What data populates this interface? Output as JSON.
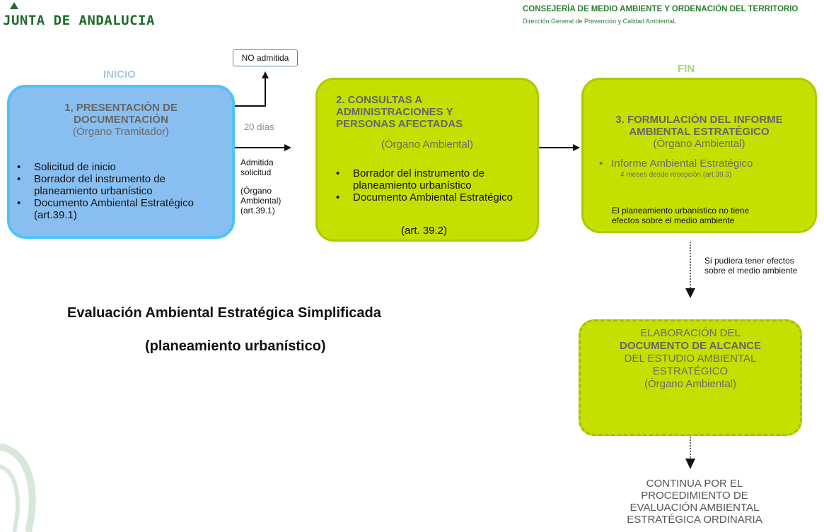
{
  "header": {
    "logo_text": "JUNTA DE ANDALUCIA",
    "consejeria": "CONSEJERÍA DE MEDIO AMBIENTE Y ORDENACIÓN DEL TERRITORIO",
    "direccion": "Dirección General de Prevención y Calidad AmbientaL"
  },
  "labels": {
    "inicio": "INICIO",
    "fin": "FIN",
    "no_admitida": "NO admitida",
    "dias": "20 días",
    "admitida_1": "Admitida",
    "admitida_2": "solicitud",
    "organo_1": "(Órgano",
    "organo_2": "Ambiental)",
    "organo_3": "(art.39.1)",
    "si_efectos_1": "Si pudiera tener efectos",
    "si_efectos_2": "sobre el medio ambiente"
  },
  "box1": {
    "title_1": "1, PRESENTACIÓN DE",
    "title_2": "DOCUMENTACIÓN",
    "subtitle": "(Órgano Tramitador)",
    "items": [
      "Solicitud de inicio",
      "Borrador del instrumento de planeamiento urbanístico",
      "Documento Ambiental Estratégico (art.39.1)"
    ]
  },
  "box2": {
    "title_1": "2. CONSULTAS A",
    "title_2": "ADMINISTRACIONES Y",
    "title_3": "PERSONAS AFECTADAS",
    "subtitle": "(Órgano Ambiental)",
    "items": [
      "Borrador del instrumento de planeamiento urbanístico",
      "Documento Ambiental Estratégico"
    ],
    "art": "(art. 39.2)"
  },
  "box3": {
    "title_1": "3. FORMULACIÓN DEL INFORME",
    "title_2": "AMBIENTAL ESTRATÉGICO",
    "subtitle": "(Órgano Ambiental)",
    "item": "Informe Ambiental Estratégico",
    "item_note": "4 meses desde recepción (art.39.3)",
    "note_1": "El planeamiento urbanístico no tiene",
    "note_2": "efectos  sobre el medio ambiente"
  },
  "box4": {
    "line_1": "ELABORACIÓN DEL",
    "line_2": "DOCUMENTO DE ALCANCE",
    "line_3": "DEL ESTUDIO AMBIENTAL",
    "line_4": "ESTRATÉGICO",
    "line_5": "(Órgano Ambiental)"
  },
  "main": {
    "title": "Evaluación Ambiental Estratégica Simplificada",
    "subtitle": "(planeamiento urbanístico)"
  },
  "continua": {
    "line_1": "CONTINUA POR EL",
    "line_2": "PROCEDIMIENTO DE",
    "line_3": "EVALUACIÓN AMBIENTAL",
    "line_4": "ESTRATÉGICA ORDINARIA"
  },
  "colors": {
    "box1_fill": "#88bff0",
    "box1_border": "#4fc3f7",
    "box_green": "#c4e000",
    "brand_green": "#2e7d32"
  }
}
